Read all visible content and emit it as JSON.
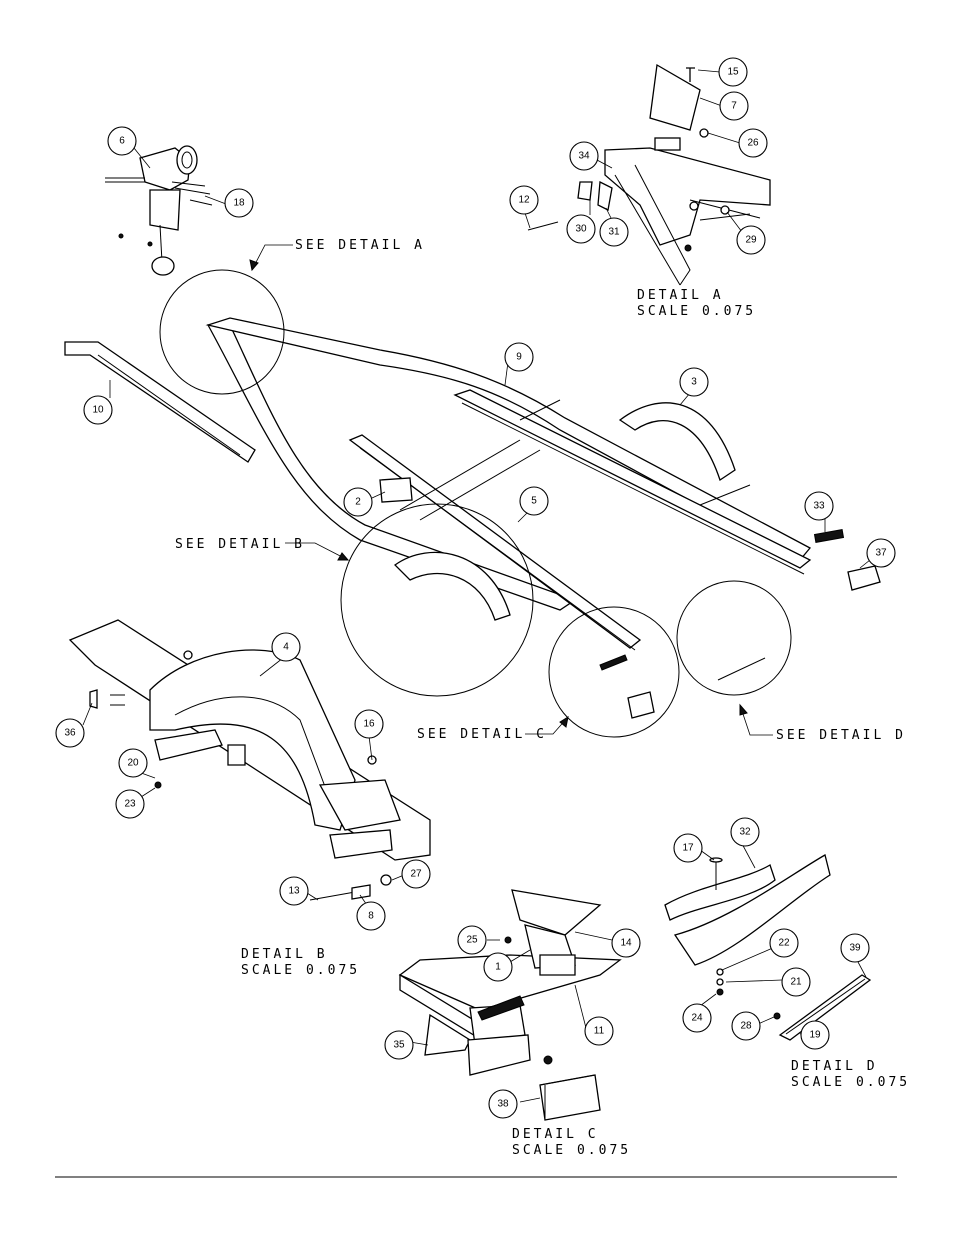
{
  "detail_labels": {
    "see_a": "SEE DETAIL  A",
    "see_b": "SEE DETAIL  B",
    "see_c": "SEE DETAIL  C",
    "see_d": "SEE DETAIL  D",
    "detail_a": "DETAIL  A",
    "detail_b": "DETAIL  B",
    "detail_c": "DETAIL  C",
    "detail_d": "DETAIL  D",
    "scale": "SCALE  0.075"
  },
  "callouts": {
    "c1": "1",
    "c2": "2",
    "c3": "3",
    "c4": "4",
    "c5": "5",
    "c6": "6",
    "c7": "7",
    "c8": "8",
    "c9": "9",
    "c10": "10",
    "c11": "11",
    "c12": "12",
    "c13": "13",
    "c14": "14",
    "c15": "15",
    "c16": "16",
    "c17": "17",
    "c18": "18",
    "c19": "19",
    "c20": "20",
    "c21": "21",
    "c22": "22",
    "c23": "23",
    "c24": "24",
    "c25": "25",
    "c26": "26",
    "c27": "27",
    "c28": "28",
    "c29": "29",
    "c30": "30",
    "c31": "31",
    "c32": "32",
    "c33": "33",
    "c34": "34",
    "c35": "35",
    "c36": "36",
    "c37": "37",
    "c38": "38",
    "c39": "39"
  }
}
